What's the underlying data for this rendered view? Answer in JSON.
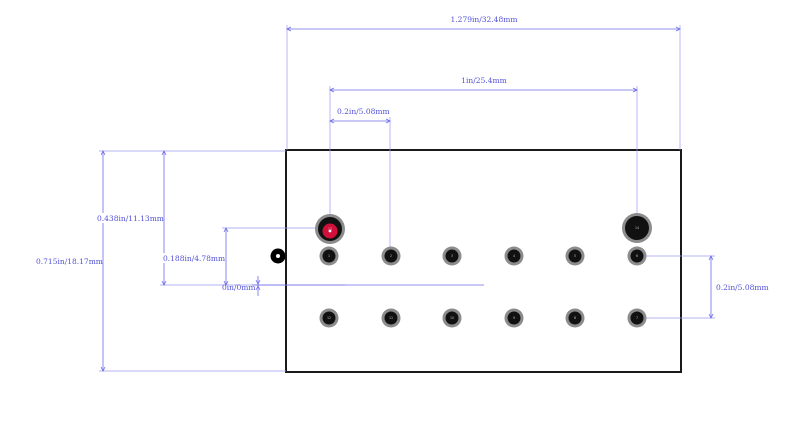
{
  "colors": {
    "dimension": "#5050d8",
    "outline": "#1a1a1a",
    "pad_ring": "#8c8c8c",
    "pad_hole": "#111111",
    "pin1_highlight": "#d0103a"
  },
  "dimensions": {
    "overall_width": "1.279in/32.48mm",
    "mounting_spacing": "1in/25.4mm",
    "pin_pitch_x": "0.2in/5.08mm",
    "overall_height": "0.715in/18.17mm",
    "mount_offset_y": "0.438in/11.13mm",
    "row_offset_y": "0.188in/4.78mm",
    "zero_offset": "0in/0mm",
    "row_pitch": "0.2in/5.08mm"
  },
  "pins": {
    "mount_left": "13",
    "mount_right": "14",
    "top_row": [
      "1",
      "2",
      "3",
      "4",
      "5",
      "6"
    ],
    "bottom_row": [
      "12",
      "11",
      "10",
      "9",
      "8",
      "7"
    ]
  }
}
